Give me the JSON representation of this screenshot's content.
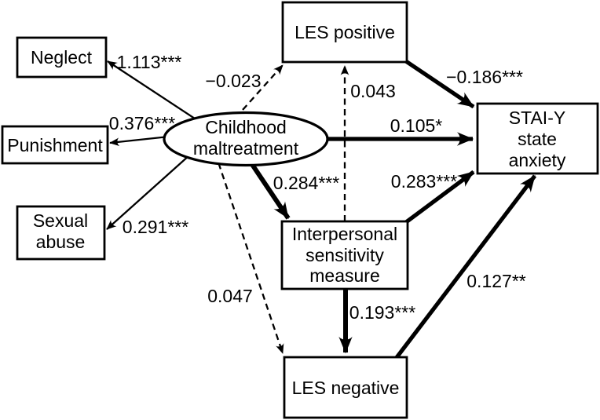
{
  "figure": {
    "type": "structural-equation-path-diagram",
    "background_color": "#ffffff",
    "line_color": "#000000",
    "text_color": "#000000",
    "nodes": {
      "neglect": {
        "shape": "rect",
        "lines": [
          "Neglect"
        ]
      },
      "punishment": {
        "shape": "rect",
        "lines": [
          "Punishment"
        ]
      },
      "sexual_abuse": {
        "shape": "rect",
        "lines": [
          "Sexual",
          "abuse"
        ]
      },
      "childhood_maltreatment": {
        "shape": "ellipse",
        "lines": [
          "Childhood",
          "maltreatment"
        ]
      },
      "les_positive": {
        "shape": "rect",
        "lines": [
          "LES positive"
        ]
      },
      "stai_y_state_anxiety": {
        "shape": "rect",
        "lines": [
          "STAI-Y",
          "state",
          "anxiety"
        ]
      },
      "interpersonal_sensitivity_measure": {
        "shape": "rect",
        "lines": [
          "Interpersonal",
          "sensitivity",
          "measure"
        ]
      },
      "les_negative": {
        "shape": "rect",
        "lines": [
          "LES negative"
        ]
      }
    },
    "edges": {
      "cm_to_neglect": {
        "coefficient": "1.113***",
        "style": "solid-thin"
      },
      "cm_to_punishment": {
        "coefficient": "0.376***",
        "style": "solid-thin"
      },
      "cm_to_sexual_abuse": {
        "coefficient": "0.291***",
        "style": "solid-thin"
      },
      "cm_to_les_positive": {
        "coefficient": "−0.023",
        "style": "dashed"
      },
      "ism_to_les_positive": {
        "coefficient": "0.043",
        "style": "dashed"
      },
      "cm_to_les_negative": {
        "coefficient": "0.047",
        "style": "dashed"
      },
      "cm_to_ism": {
        "coefficient": "0.284***",
        "style": "solid-thick"
      },
      "cm_to_stai": {
        "coefficient": "0.105*",
        "style": "solid-thick"
      },
      "les_positive_to_stai": {
        "coefficient": "−0.186***",
        "style": "solid-thick"
      },
      "ism_to_stai": {
        "coefficient": "0.283***",
        "style": "solid-thick"
      },
      "ism_to_les_negative": {
        "coefficient": "0.193***",
        "style": "solid-thick"
      },
      "les_negative_to_stai": {
        "coefficient": "0.127**",
        "style": "solid-thick"
      }
    }
  }
}
